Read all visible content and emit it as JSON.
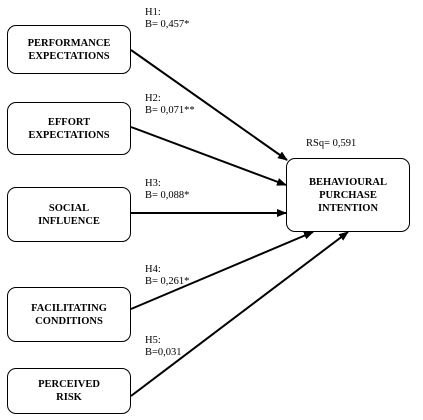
{
  "constructs": {
    "performance_expectations": [
      "PERFORMANCE",
      "EXPECTATIONS"
    ],
    "effort_expectations": [
      "EFFORT",
      "EXPECTATIONS"
    ],
    "social_influence": [
      "SOCIAL",
      "INFLUENCE"
    ],
    "facilitating_conditions": [
      "FACILITATING",
      "CONDITIONS"
    ],
    "perceived_risk": [
      "PERCEIVED",
      "RISK"
    ],
    "behavioural_purchase_intention": [
      "BEHAVIOURAL",
      "PURCHASE",
      "INTENTION"
    ]
  },
  "paths": [
    {
      "hypothesis": "H1:",
      "coefficient": "B= 0,457*"
    },
    {
      "hypothesis": "H2:",
      "coefficient": "B= 0,071**"
    },
    {
      "hypothesis": "H3:",
      "coefficient": "B= 0,088*"
    },
    {
      "hypothesis": "H4:",
      "coefficient": "B= 0,261*"
    },
    {
      "hypothesis": "H5:",
      "coefficient": "B=0,031"
    }
  ],
  "r_squared": "RSq= 0,591",
  "colors": {
    "stroke": "#000000",
    "background": "#ffffff",
    "text": "#000000"
  }
}
